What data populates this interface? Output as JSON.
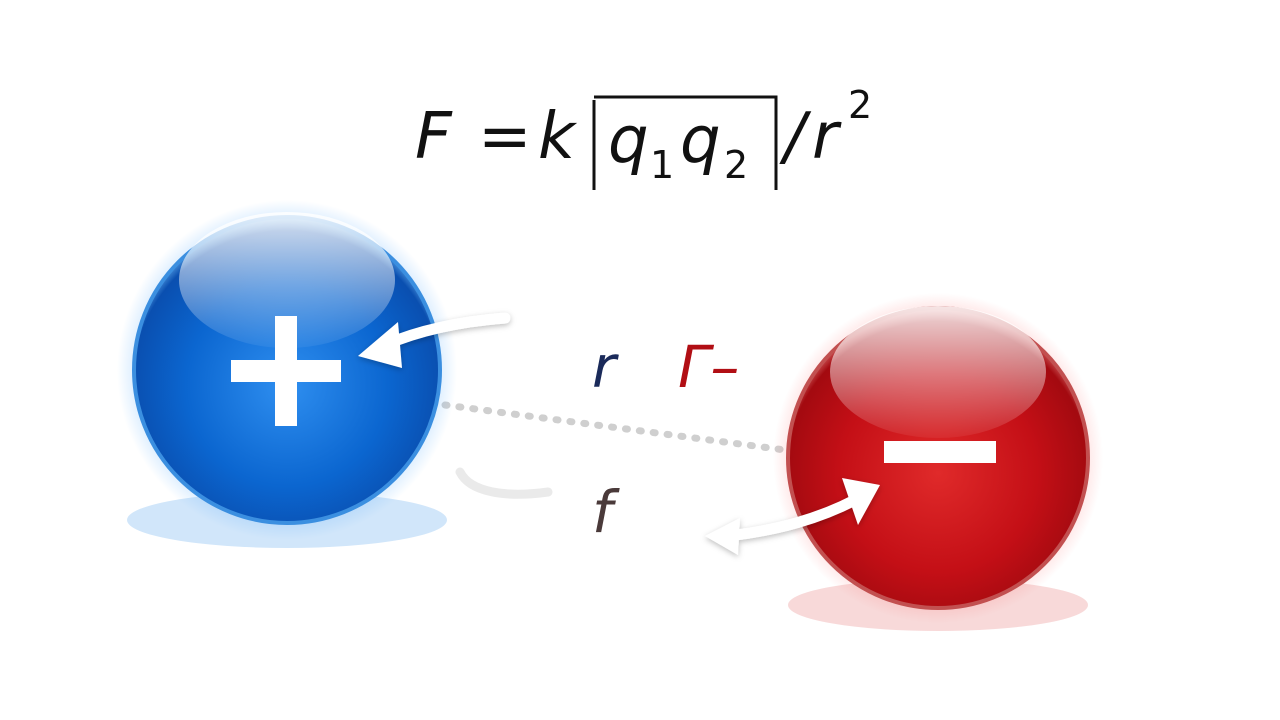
{
  "formula": {
    "lhs": "F",
    "equals": "=",
    "k": "k",
    "q1": "q",
    "q1_sub": "1",
    "q2": "q",
    "q2_sub": "2",
    "slash": "/",
    "r": "r",
    "exp": "2"
  },
  "charges": {
    "positive": {
      "sign": "+",
      "color": "#0f6fd6"
    },
    "negative": {
      "sign": "−",
      "color": "#c8141c"
    }
  },
  "labels": {
    "r": {
      "text": "r",
      "color": "#1a2a5a"
    },
    "r_minus": {
      "text": "Γ–",
      "color": "#b10e14"
    },
    "f": {
      "text": "f",
      "color": "#4a3a3a"
    }
  }
}
